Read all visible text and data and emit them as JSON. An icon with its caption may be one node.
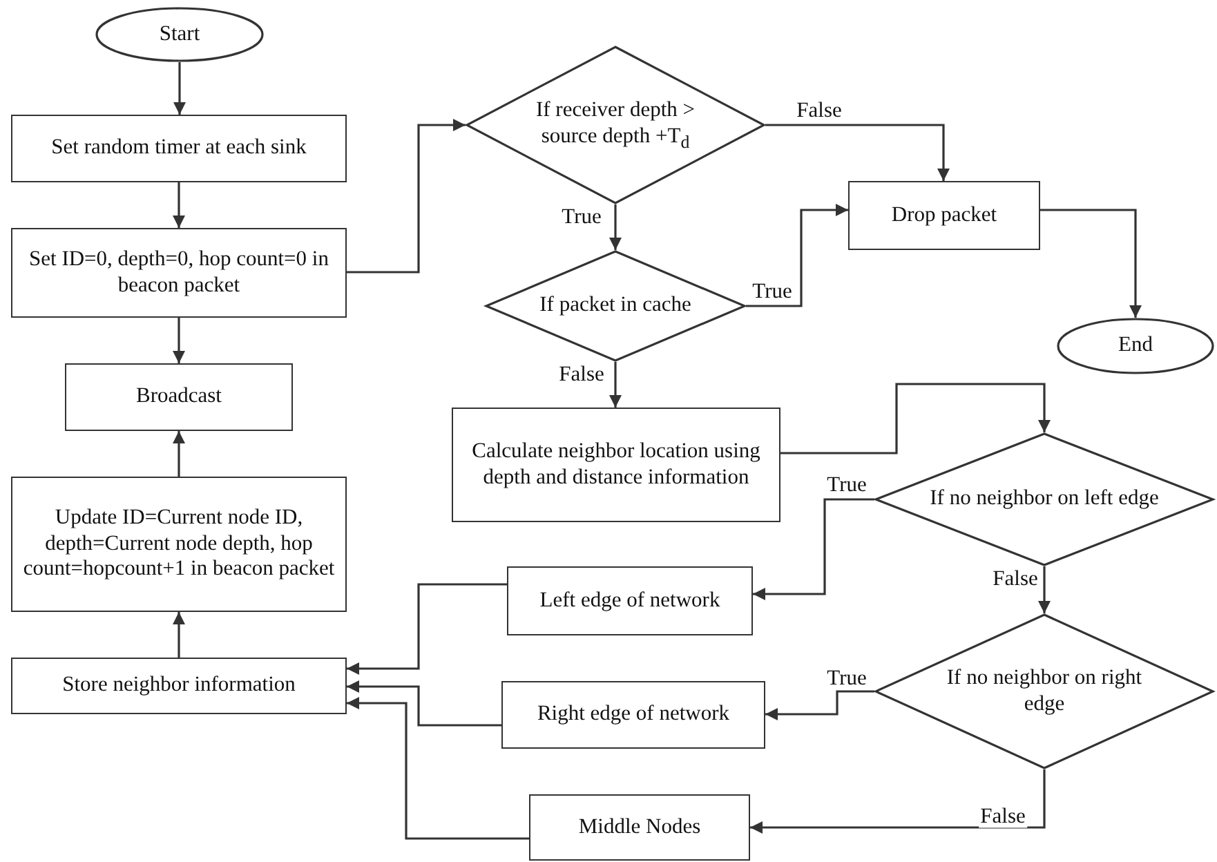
{
  "diagram": {
    "nodes": [
      {
        "text": [
          "Start"
        ]
      },
      {
        "text": [
          "Set random timer at each sink"
        ]
      },
      {
        "text": [
          "Set ID=0, depth=0, hop count=0 in beacon packet"
        ]
      },
      {
        "text": [
          "Broadcast"
        ]
      },
      {
        "text": [
          "Update ID=Current node ID, depth=Current node depth, hop count=hopcount+1 in beacon packet"
        ]
      },
      {
        "text": [
          "Store neighbor information"
        ]
      },
      {
        "text": [
          "If receiver depth > source depth +T$_{d}$"
        ]
      },
      {
        "text": [
          "Drop packet"
        ]
      },
      {
        "text": [
          "If packet in cache"
        ]
      },
      {
        "text": [
          "End"
        ]
      },
      {
        "text": [
          "Calculate neighbor location using depth and distance information"
        ]
      },
      {
        "text": [
          "If no neighbor on left edge"
        ]
      },
      {
        "text": [
          "Left edge of network"
        ]
      },
      {
        "text": [
          "If no neighbor on right edge"
        ]
      },
      {
        "text": [
          "Right edge of network"
        ]
      },
      {
        "text": [
          "Middle Nodes"
        ]
      }
    ],
    "edges": [
      {
        "from": 0,
        "to": 1,
        "arrow": "to"
      },
      {
        "from": 1,
        "to": 2,
        "arrow": "to"
      },
      {
        "from": 2,
        "to": 3,
        "arrow": "to"
      },
      {
        "from": 2,
        "to": 6,
        "arrow": "to"
      },
      {
        "from": 6,
        "to": 7,
        "arrow": "to",
        "label": "False"
      },
      {
        "from": 6,
        "to": 8,
        "arrow": "to",
        "label": "True"
      },
      {
        "from": 8,
        "to": 7,
        "arrow": "to",
        "label": "True"
      },
      {
        "from": 7,
        "to": 9,
        "arrow": "to"
      },
      {
        "from": 8,
        "to": 10,
        "arrow": "to",
        "label": "False"
      },
      {
        "from": 10,
        "to": 11,
        "arrow": "to"
      },
      {
        "from": 11,
        "to": 12,
        "arrow": "to",
        "label": "True"
      },
      {
        "from": 11,
        "to": 13,
        "arrow": "to",
        "label": "False"
      },
      {
        "from": 13,
        "to": 14,
        "arrow": "to",
        "label": "True"
      },
      {
        "from": 13,
        "to": 15,
        "arrow": "to",
        "label": "False"
      },
      {
        "from": 12,
        "to": 5,
        "arrow": "to"
      },
      {
        "from": 14,
        "to": 5,
        "arrow": "to"
      },
      {
        "from": 15,
        "to": 5,
        "arrow": "to"
      },
      {
        "from": 5,
        "to": 4,
        "arrow": "to"
      },
      {
        "from": 4,
        "to": 3,
        "arrow": "to"
      }
    ]
  }
}
